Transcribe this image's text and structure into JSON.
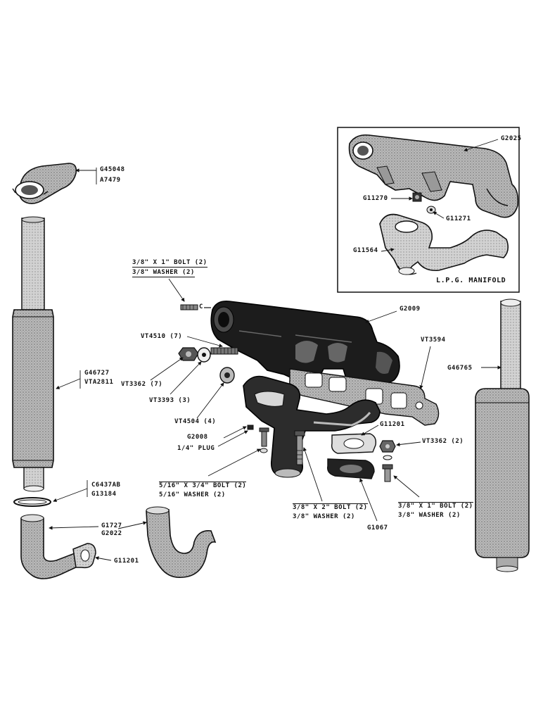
{
  "inset": {
    "title": "L.P.G. MANIFOLD"
  },
  "labels": {
    "g2025": "G2025",
    "g11270": "G11270",
    "g11271": "G11271",
    "g11564": "G11564",
    "g45048": "G45048",
    "a7479": "A7479",
    "bolt_top_1": "3/8\" X 1\" BOLT (2)",
    "bolt_top_2": "3/8\" WASHER (2)",
    "g2009": "G2009",
    "vt4510": "VT4510 (7)",
    "vt3594": "VT3594",
    "g46727": "G46727",
    "vta2811": "VTA2811",
    "vt3362_left": "VT3362 (7)",
    "vt3393": "VT3393 (3)",
    "g46765": "G46765",
    "vt4504": "VT4504 (4)",
    "g2008": "G2008",
    "plug": "1/4\" PLUG",
    "g11201_mid": "G11201",
    "vt3362_right": "VT3362 (2)",
    "bolt_516_1": "5/16\" X 3/4\" BOLT (2)",
    "bolt_516_2": "5/16\" WASHER (2)",
    "c06437": "C6437AB",
    "g13184": "G13184",
    "bolt_38x2_1": "3/8\" X 2\" BOLT (2)",
    "bolt_38x2_2": "3/8\" WASHER (2)",
    "bolt_38x1_1": "3/8\" X 1\" BOLT (2)",
    "bolt_38x1_2": "3/8\" WASHER (2)",
    "g1727": "G1727",
    "g2022": "G2022",
    "g1067": "G1067",
    "g11201_bottom": "G11201",
    "c_mark": "C"
  }
}
